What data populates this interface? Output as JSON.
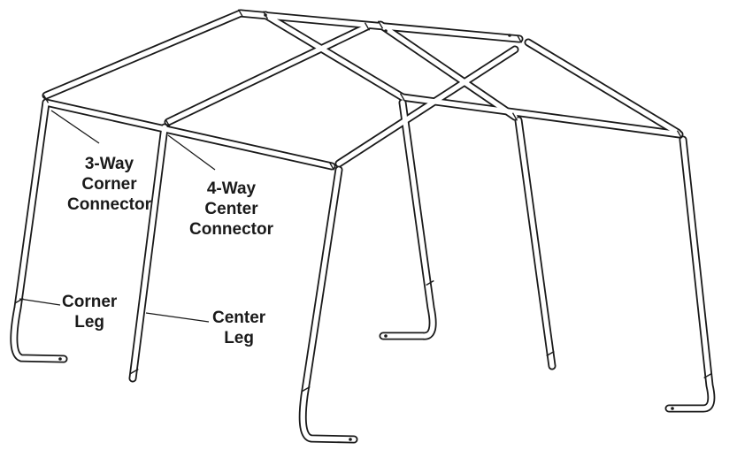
{
  "labels": {
    "three_way": [
      "3-Way",
      "Corner",
      "Connector"
    ],
    "four_way": [
      "4-Way",
      "Center",
      "Connector"
    ],
    "corner_leg": [
      "Corner",
      "Leg"
    ],
    "center_leg": [
      "Center",
      "Leg"
    ]
  },
  "colors": {
    "line": "#1a1a1a",
    "fill": "#ffffff"
  }
}
